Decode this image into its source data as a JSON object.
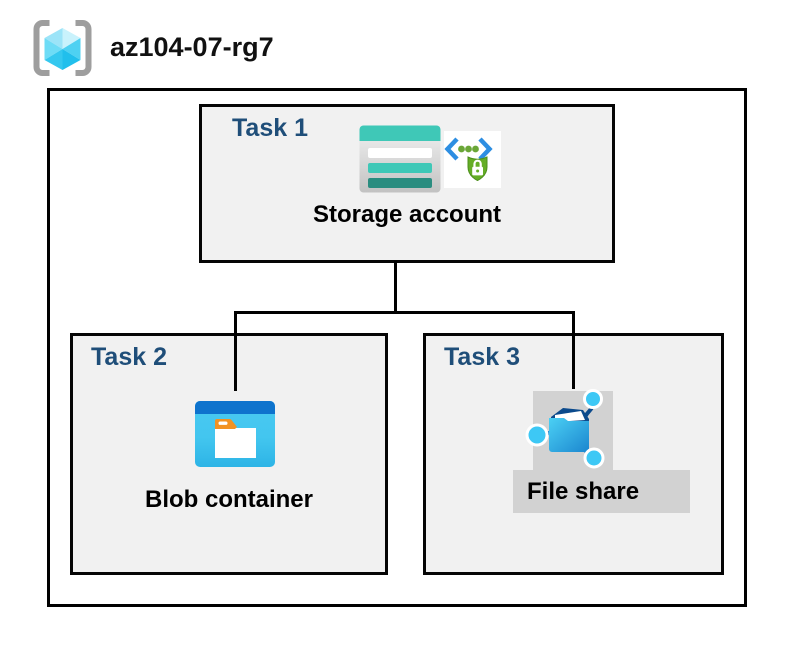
{
  "resource_group": {
    "name": "az104-07-rg7",
    "icon": "resource-group-icon"
  },
  "tasks": [
    {
      "label": "Task 1",
      "resource": "Storage account",
      "icons": [
        "storage-account-icon",
        "secure-access-icon"
      ]
    },
    {
      "label": "Task 2",
      "resource": "Blob container",
      "icons": [
        "blob-container-icon"
      ]
    },
    {
      "label": "Task 3",
      "resource": "File share",
      "icons": [
        "file-share-icon"
      ]
    }
  ],
  "connections": [
    {
      "from": "Storage account",
      "to": "Blob container"
    },
    {
      "from": "Storage account",
      "to": "File share"
    }
  ],
  "colors": {
    "task_label": "#1f4e79",
    "box_fill": "#f1f1f1",
    "box_border": "#000000",
    "highlight_bg": "#d2d2d2",
    "storage_teal": "#3fc8b7",
    "storage_teal_dark": "#2a8d80",
    "blob_bar_blue": "#0e73cd",
    "blob_body_cyan": "#3fc4ee",
    "folder_tab_orange": "#f29222",
    "fileshare_blue": "#1b86cf",
    "fileshare_node_cyan": "#3dc8f5",
    "secure_green": "#65ad26",
    "secure_bracket_blue": "#2d8ee2",
    "rg_bracket_gray": "#9e9e9e"
  }
}
